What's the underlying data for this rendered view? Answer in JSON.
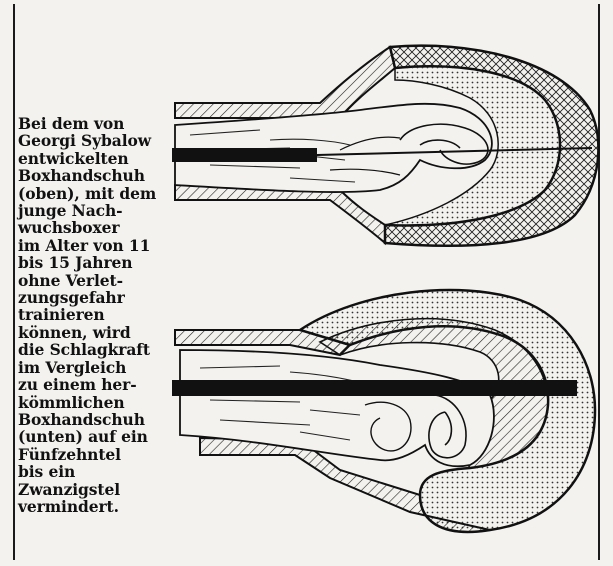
{
  "caption_lines": [
    "Bei dem von",
    "Georgi Sybalow",
    "entwickelten",
    "Boxhandschuh",
    "(oben), mit dem",
    "junge Nach-",
    "wuchsboxer",
    "im Alter von 11",
    "bis 15 Jahren",
    "ohne Verlet-",
    "zungsgefahr",
    "trainieren",
    "können, wird",
    "die Schlagkraft",
    "im Vergleich",
    "zu einem her-",
    "kömmlichen",
    "Boxhandschuh",
    "(unten) auf ein",
    "Fünfzehntel",
    "bis ein",
    "Zwanzigstel",
    "vermindert."
  ],
  "figures": [
    {
      "label_visible": false,
      "glove": "new-glove-top",
      "icon": "boxing-glove-cross-section-icon"
    },
    {
      "label_visible": false,
      "glove": "conventional-glove-bottom",
      "icon": "boxing-glove-cross-section-icon"
    }
  ],
  "colors": {
    "paper": "#f4f2ee",
    "ink": "#111111"
  }
}
